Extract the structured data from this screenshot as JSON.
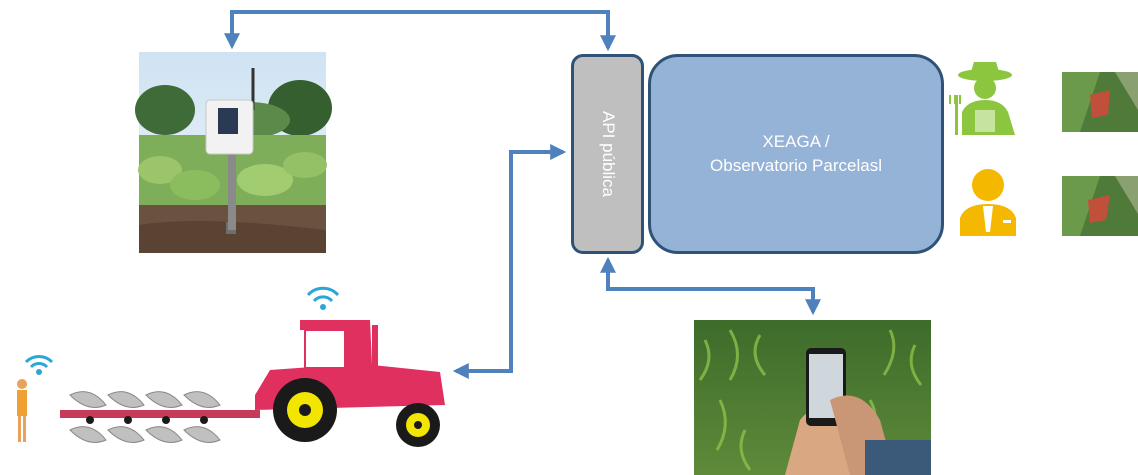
{
  "api": {
    "label": "API pública"
  },
  "platform": {
    "line1": "XEAGA /",
    "line2": "Observatorio Parcelasl"
  },
  "colors": {
    "arrow": "#4f81bd",
    "box_border": "#2f5277",
    "api_fill": "#bfbfbf",
    "platform_fill": "#95b3d7",
    "person_green": "#8cc63f",
    "person_yellow": "#f5b800",
    "tractor_red": "#e03060",
    "wheel_yellow": "#f2e600"
  },
  "icons": [
    "sensor-photo",
    "tractor-illustration",
    "phone-in-field-photo",
    "farmer-icon",
    "technician-icon",
    "parcel-map-thumbnail"
  ]
}
